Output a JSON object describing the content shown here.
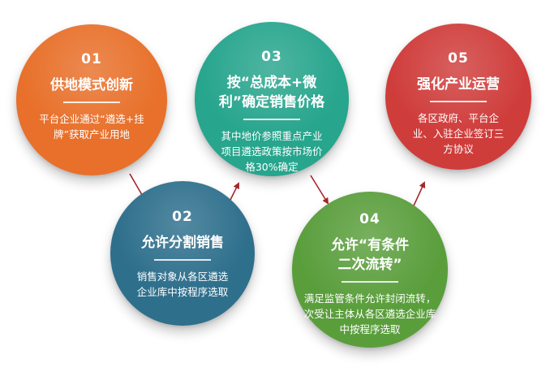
{
  "steps": [
    {
      "number": "01",
      "title": "供地模式创新",
      "description": "平台企业通过“遴选+挂牌”获取产业用地",
      "color": "#e8702a"
    },
    {
      "number": "02",
      "title": "允许分割销售",
      "description": "销售对象从各区遴选企业库中按程序选取",
      "color": "#2e6f8c"
    },
    {
      "number": "03",
      "title": "按“总成本+微利”确定销售价格",
      "description": "其中地价参照重点产业项目遴选政策按市场价格30%确定",
      "color": "#27a58d"
    },
    {
      "number": "04",
      "title": "允许“有条件二次流转”",
      "description": "满足监管条件允许封闭流转，次受让主体从各区遴选企业库中按程序选取",
      "color": "#5a9e3c"
    },
    {
      "number": "05",
      "title": "强化产业运营",
      "description": "各区政府、平台企业、入驻企业签订三方协议",
      "color": "#cf3d3b"
    }
  ],
  "arrow_color": "#a8262c"
}
